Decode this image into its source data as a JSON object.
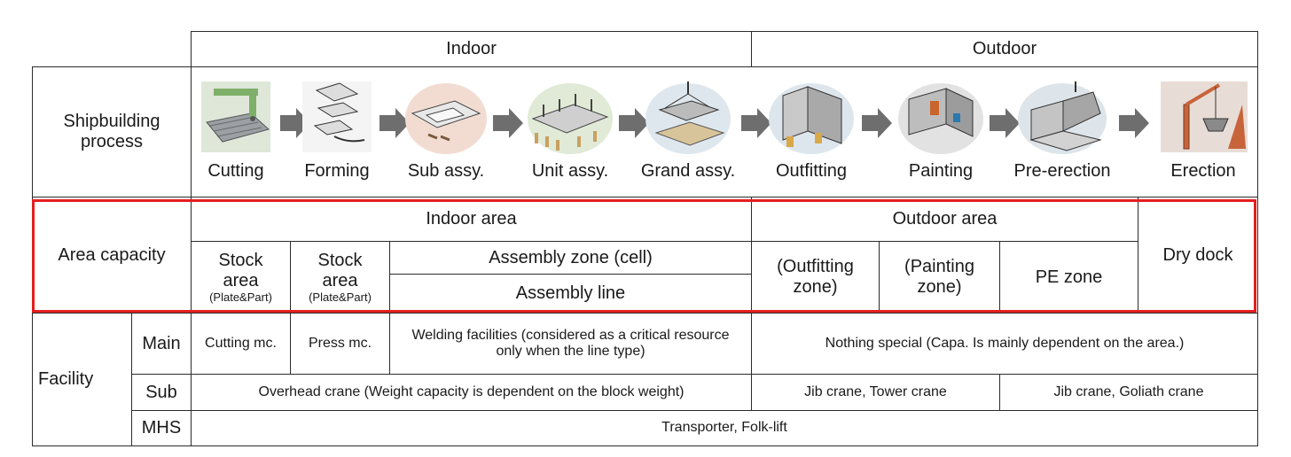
{
  "header": {
    "indoor": "Indoor",
    "outdoor": "Outdoor"
  },
  "process": {
    "label": "Shipbuilding process",
    "steps": [
      {
        "label": "Cutting",
        "icon": "cutting-machine-icon"
      },
      {
        "label": "Forming",
        "icon": "forming-press-icon"
      },
      {
        "label": "Sub assy.",
        "icon": "sub-assembly-icon"
      },
      {
        "label": "Unit assy.",
        "icon": "unit-assembly-icon"
      },
      {
        "label": "Grand assy.",
        "icon": "grand-assembly-icon"
      },
      {
        "label": "Outfitting",
        "icon": "outfitting-icon"
      },
      {
        "label": "Painting",
        "icon": "painting-icon"
      },
      {
        "label": "Pre-erection",
        "icon": "pre-erection-icon"
      },
      {
        "label": "Erection",
        "icon": "erection-crane-icon"
      }
    ]
  },
  "area": {
    "label": "Area capacity",
    "indoor_area": "Indoor area",
    "outdoor_area": "Outdoor area",
    "dry_dock": "Dry dock",
    "stock1_main": "Stock area",
    "stock1_sub": "(Plate&Part)",
    "stock2_main": "Stock area",
    "stock2_sub": "(Plate&Part)",
    "assembly_zone": "Assembly zone (cell)",
    "assembly_line": "Assembly line",
    "outfitting_zone": "(Outfitting zone)",
    "painting_zone": "(Painting zone)",
    "pe_zone": "PE zone"
  },
  "facility": {
    "label": "Facility",
    "main_label": "Main",
    "sub_label": "Sub",
    "mhs_label": "MHS",
    "main_cutting": "Cutting mc.",
    "main_press": "Press mc.",
    "main_welding": "Welding facilities (considered as a critical resource only when the line type)",
    "main_outdoor": "Nothing special (Capa. Is mainly dependent on the area.)",
    "sub_indoor": "Overhead crane (Weight capacity is dependent on the block weight)",
    "sub_outdoor1": "Jib crane, Tower crane",
    "sub_outdoor2": "Jib crane, Goliath crane",
    "mhs": "Transporter, Folk-lift"
  },
  "colors": {
    "highlight": "#e41e1e",
    "arrow": "#6e6e6e",
    "border": "#2b2b2b"
  }
}
